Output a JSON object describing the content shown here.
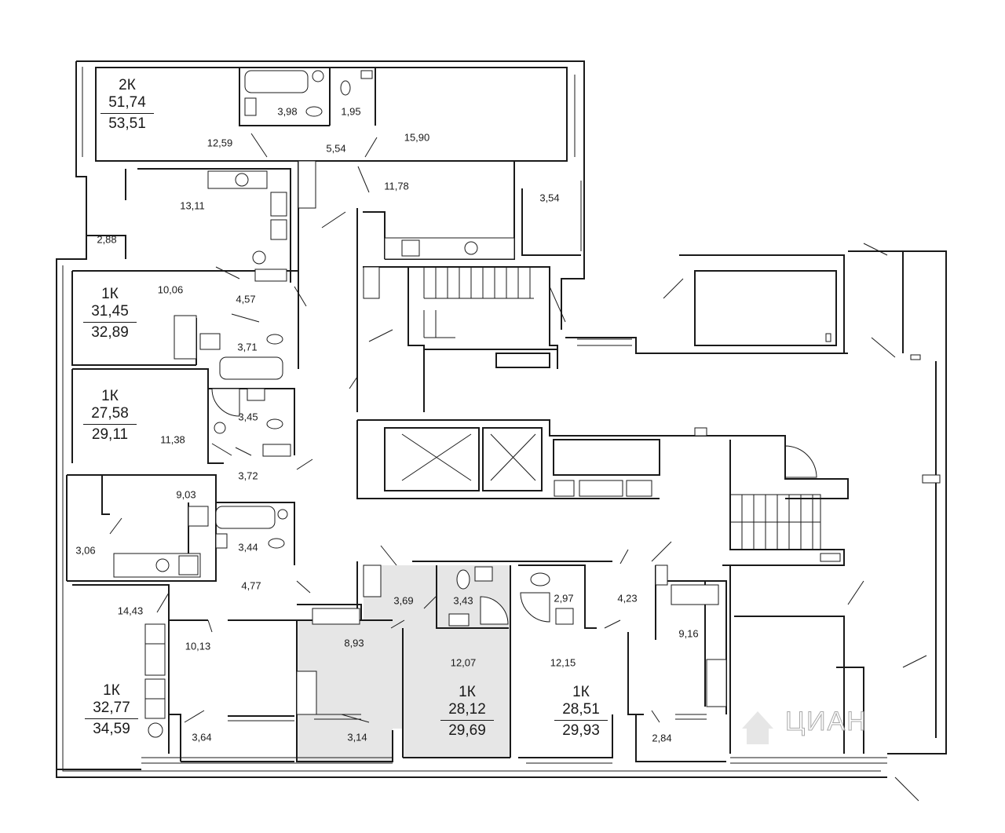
{
  "apartments": [
    {
      "id": "apt-2k-top",
      "type": "2К",
      "living": "51,74",
      "total": "53,51"
    },
    {
      "id": "apt-1k-a",
      "type": "1К",
      "living": "31,45",
      "total": "32,89"
    },
    {
      "id": "apt-1k-b",
      "type": "1К",
      "living": "27,58",
      "total": "29,11"
    },
    {
      "id": "apt-1k-c",
      "type": "1К",
      "living": "32,77",
      "total": "34,59"
    },
    {
      "id": "apt-1k-d",
      "type": "1К",
      "living": "28,12",
      "total": "29,69"
    },
    {
      "id": "apt-1k-e",
      "type": "1К",
      "living": "28,51",
      "total": "29,93"
    }
  ],
  "rooms": [
    "12,59",
    "3,98",
    "1,95",
    "5,54",
    "15,90",
    "13,11",
    "11,78",
    "3,54",
    "2,88",
    "10,06",
    "4,57",
    "3,71",
    "11,38",
    "3,45",
    "3,72",
    "9,03",
    "3,44",
    "3,06",
    "4,77",
    "14,43",
    "10,13",
    "3,64",
    "3,69",
    "3,43",
    "8,93",
    "12,07",
    "3,14",
    "2,97",
    "4,23",
    "12,15",
    "9,16",
    "2,84"
  ],
  "highlight_color": "#e6e6e6",
  "line_color": "#1a1a1a",
  "watermark": {
    "icon": "house-logo-icon",
    "text": "ЦИАН"
  }
}
